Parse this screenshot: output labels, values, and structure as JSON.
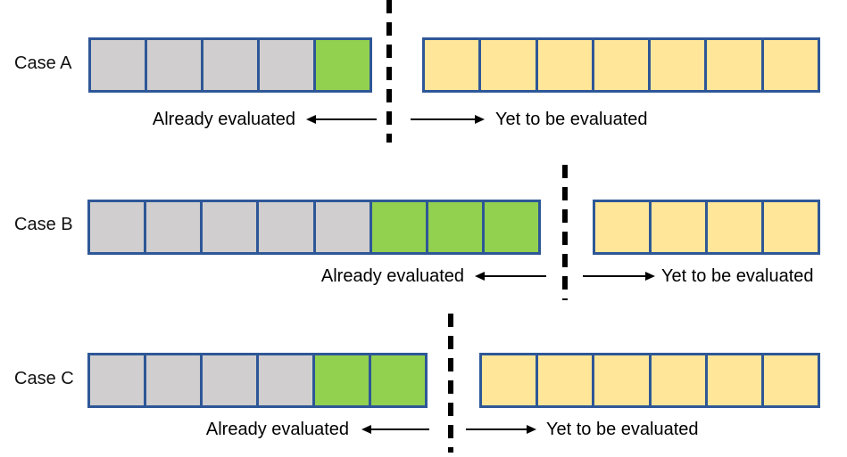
{
  "diagram": {
    "description_labels": {
      "already": "Already evaluated",
      "yet": "Yet to be evaluated"
    },
    "cases": [
      {
        "label": "Case A",
        "left_row": {
          "cells": [
            "gray",
            "gray",
            "gray",
            "gray",
            "green"
          ]
        },
        "right_row": {
          "cells": [
            "yellow",
            "yellow",
            "yellow",
            "yellow",
            "yellow",
            "yellow",
            "yellow"
          ]
        },
        "already_label": "Already evaluated",
        "yet_label": "Yet to be evaluated"
      },
      {
        "label": "Case B",
        "left_row": {
          "cells": [
            "gray",
            "gray",
            "gray",
            "gray",
            "gray",
            "green",
            "green",
            "green"
          ]
        },
        "right_row": {
          "cells": [
            "yellow",
            "yellow",
            "yellow",
            "yellow"
          ]
        },
        "already_label": "Already evaluated",
        "yet_label": "Yet to be evaluated"
      },
      {
        "label": "Case C",
        "left_row": {
          "cells": [
            "gray",
            "gray",
            "gray",
            "gray",
            "green",
            "green"
          ]
        },
        "right_row": {
          "cells": [
            "yellow",
            "yellow",
            "yellow",
            "yellow",
            "yellow",
            "yellow"
          ]
        },
        "already_label": "Already evaluated",
        "yet_label": "Yet to be evaluated"
      }
    ],
    "colors": {
      "evaluated_cell_gray": "#d0cece",
      "current_cell_green": "#92d050",
      "pending_cell_yellow": "#ffe699",
      "cell_border_blue": "#2e5797",
      "divider_black": "#000000",
      "text_black": "#000000"
    }
  }
}
